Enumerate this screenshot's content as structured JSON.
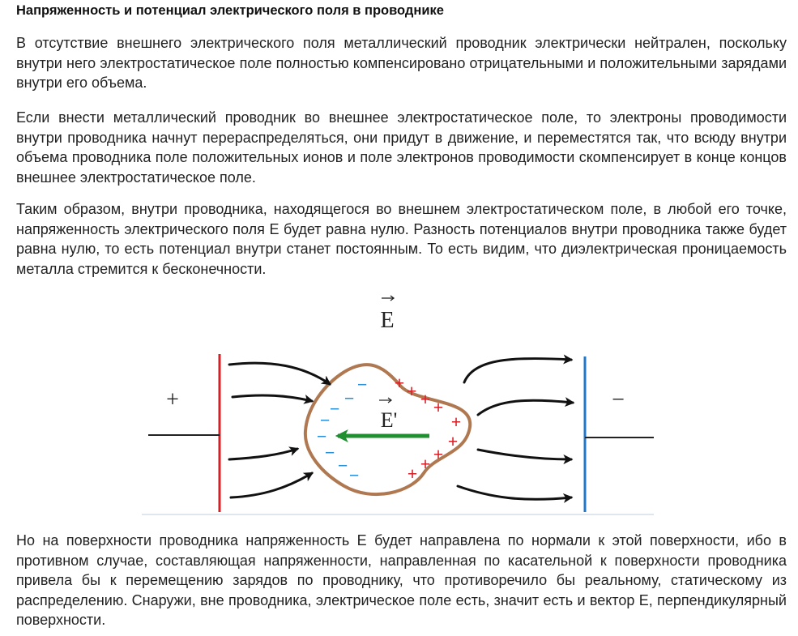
{
  "article": {
    "title": "Напряженность и потенциал электрического поля в проводнике",
    "paragraphs": [
      "В отсутствие внешнего электрического поля металлический проводник электрически нейтрален, поскольку внутри него электростатическое поле полностью компенсировано отрицательными и положительными зарядами внутри его объема.",
      "Если внести металлический проводник во внешнее электростатическое поле, то электроны проводимости внутри проводника начнут перераспределяться, они придут в движение, и переместятся так, что всюду внутри объема проводника поле положительных ионов и поле электронов проводимости скомпенсирует в конце концов внешнее электростатическое поле.",
      "Таким образом, внутри проводника, находящегося во внешнем электростатическом поле, в любой его точке, напряженность электрического поля E будет равна нулю. Разность потенциалов внутри проводника также будет равна нулю, то есть потенциал внутри станет постоянным. То есть видим, что диэлектрическая проницаемость металла стремится к бесконечности.",
      "Но на поверхности проводника напряженность E будет направлена по нормали к этой поверхности, ибо в противном случае, составляющая напряженности, направленная по касательной к поверхности проводника привела бы к перемещению зарядов по проводнику, что противоречило бы реальному, статическому из распределению. Снаружи, вне проводника, электрическое поле есть, значит есть и вектор E, перпендикулярный поверхности."
    ]
  },
  "figure": {
    "external_field_label": "E",
    "internal_field_label": "E'",
    "left_plate_sign": "+",
    "right_plate_sign": "−",
    "induced_negative_charge": "−",
    "induced_positive_charge": "+",
    "colors": {
      "positive_plate": "#d42027",
      "negative_plate": "#1f77c9",
      "conductor_outline": "#b07850",
      "internal_arrow": "#1f8f2f",
      "field_lines": "#111111"
    }
  }
}
